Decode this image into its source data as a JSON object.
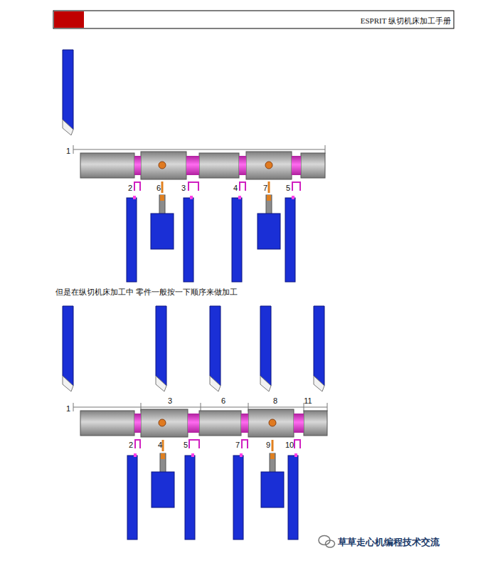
{
  "diagram": {
    "labels": [
      "ESPRIT 纵切机床加工手册",
      "1",
      "2",
      "6",
      "3",
      "4",
      "7",
      "5",
      "但是在纵切机床加工中 零件一般按一下顺序来做加工",
      "1",
      "3",
      "6",
      "8",
      "11",
      "2",
      "4",
      "5",
      "7",
      "9",
      "10",
      "草草走心机编程技术交流"
    ]
  }
}
